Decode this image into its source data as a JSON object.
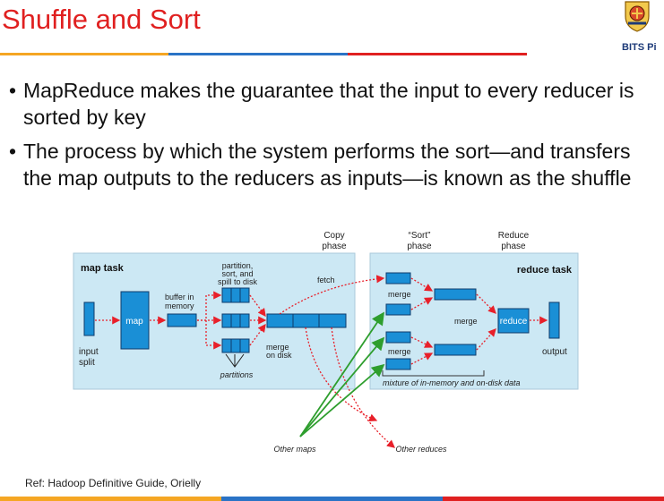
{
  "slide": {
    "title": "Shuffle and Sort",
    "logo_text": "BITS Pi",
    "bullets": [
      "MapReduce makes the guarantee that the input to every reducer is sorted by key",
      "The process by which the system performs the sort—and transfers the map outputs to the reducers as inputs—is known as the shuffle"
    ],
    "reference": "Ref: Hadoop Definitive Guide, Orielly"
  },
  "colors": {
    "title": "#e02020",
    "rule_orange": "#f5a623",
    "rule_blue": "#2a73c6",
    "rule_red": "#e02020",
    "box_fill": "#cce8f4",
    "block_fill": "#1a8fd6",
    "block_border": "#0f3b6b",
    "arrow_red": "#e8202a",
    "arrow_green": "#2e9e2e"
  },
  "diagram": {
    "phase_copy": [
      "Copy",
      "phase"
    ],
    "phase_sort": [
      "“Sort”",
      "phase"
    ],
    "phase_reduce": [
      "Reduce",
      "phase"
    ],
    "map_task_label": "map task",
    "reduce_task_label": "reduce task",
    "input_split": [
      "input",
      "split"
    ],
    "map_label": "map",
    "buffer_in_memory": [
      "buffer in",
      "memory"
    ],
    "partition_sort_spill": [
      "partition,",
      "sort, and",
      "spill to disk"
    ],
    "merge_on_disk": [
      "merge",
      "on disk"
    ],
    "partitions": "partitions",
    "fetch": "fetch",
    "merge": "merge",
    "reduce_label": "reduce",
    "output": "output",
    "mixture_note": "mixture of in-memory and on-disk data",
    "other_maps": "Other maps",
    "other_reduces": "Other reduces"
  }
}
